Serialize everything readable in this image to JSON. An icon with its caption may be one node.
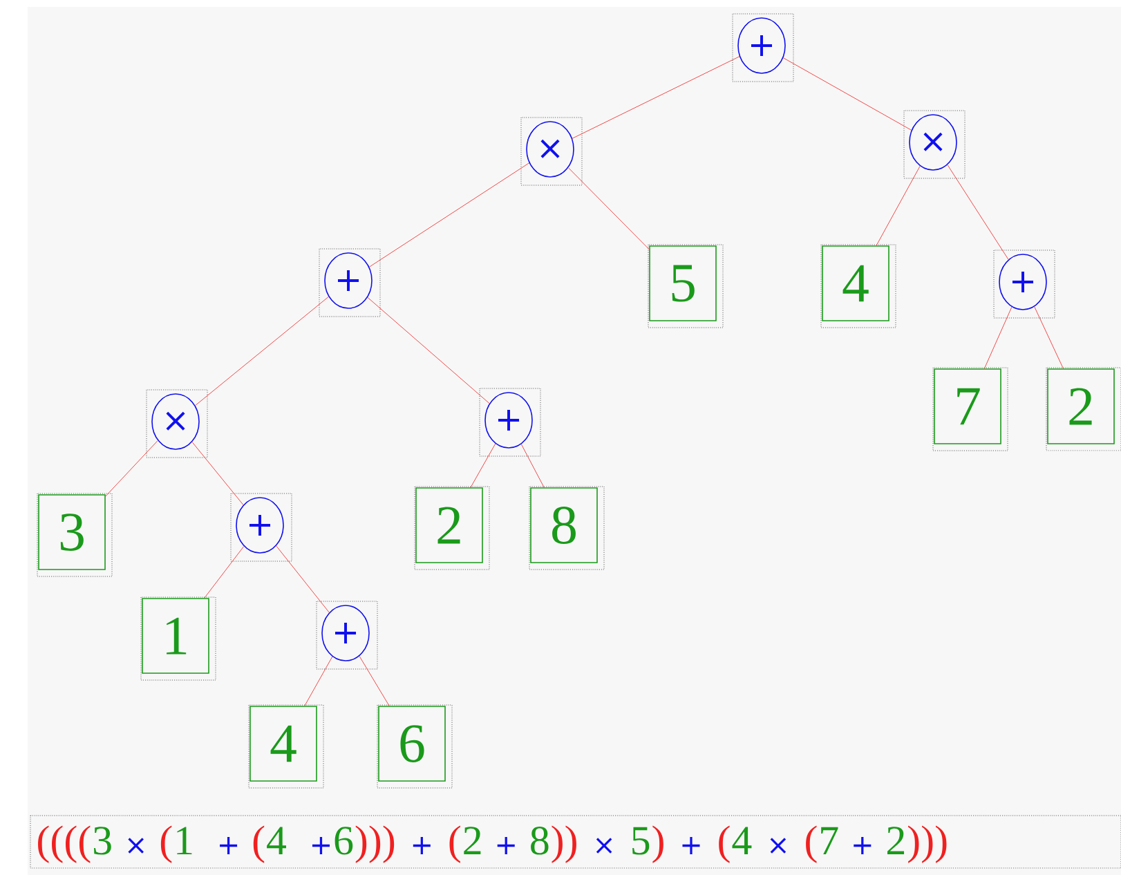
{
  "diagram": {
    "nodes": [
      {
        "text": [
          "+"
        ]
      },
      {
        "text": [
          "×"
        ]
      },
      {
        "text": [
          "×"
        ]
      },
      {
        "text": [
          "+"
        ]
      },
      {
        "text": [
          "5"
        ]
      },
      {
        "text": [
          "4"
        ]
      },
      {
        "text": [
          "+"
        ]
      },
      {
        "text": [
          "×"
        ]
      },
      {
        "text": [
          "+"
        ]
      },
      {
        "text": [
          "7"
        ]
      },
      {
        "text": [
          "2"
        ]
      },
      {
        "text": [
          "3"
        ]
      },
      {
        "text": [
          "+"
        ]
      },
      {
        "text": [
          "2"
        ]
      },
      {
        "text": [
          "8"
        ]
      },
      {
        "text": [
          "1"
        ]
      },
      {
        "text": [
          "+"
        ]
      },
      {
        "text": [
          "4"
        ]
      },
      {
        "text": [
          "6"
        ]
      }
    ],
    "edges": [
      {
        "from": 0,
        "to": 1,
        "arrow": "none"
      },
      {
        "from": 0,
        "to": 2,
        "arrow": "none"
      },
      {
        "from": 1,
        "to": 3,
        "arrow": "none"
      },
      {
        "from": 1,
        "to": 4,
        "arrow": "none"
      },
      {
        "from": 2,
        "to": 5,
        "arrow": "none"
      },
      {
        "from": 2,
        "to": 6,
        "arrow": "none"
      },
      {
        "from": 3,
        "to": 7,
        "arrow": "none"
      },
      {
        "from": 3,
        "to": 8,
        "arrow": "none"
      },
      {
        "from": 6,
        "to": 9,
        "arrow": "none"
      },
      {
        "from": 6,
        "to": 10,
        "arrow": "none"
      },
      {
        "from": 7,
        "to": 11,
        "arrow": "none"
      },
      {
        "from": 7,
        "to": 12,
        "arrow": "none"
      },
      {
        "from": 8,
        "to": 13,
        "arrow": "none"
      },
      {
        "from": 8,
        "to": 14,
        "arrow": "none"
      },
      {
        "from": 12,
        "to": 15,
        "arrow": "none"
      },
      {
        "from": 12,
        "to": 16,
        "arrow": "none"
      },
      {
        "from": 16,
        "to": 17,
        "arrow": "none"
      },
      {
        "from": 16,
        "to": 18,
        "arrow": "none"
      }
    ],
    "labels": [
      "((((",
      "3",
      "×",
      "(",
      "1",
      "+",
      "(",
      "4",
      "+",
      "6",
      ")))",
      "+",
      "(",
      "2",
      "+",
      "8",
      "))",
      "×",
      "5",
      ")",
      "+",
      "(",
      "4",
      "×",
      "(",
      "7",
      "+",
      "2",
      ")))"
    ]
  }
}
